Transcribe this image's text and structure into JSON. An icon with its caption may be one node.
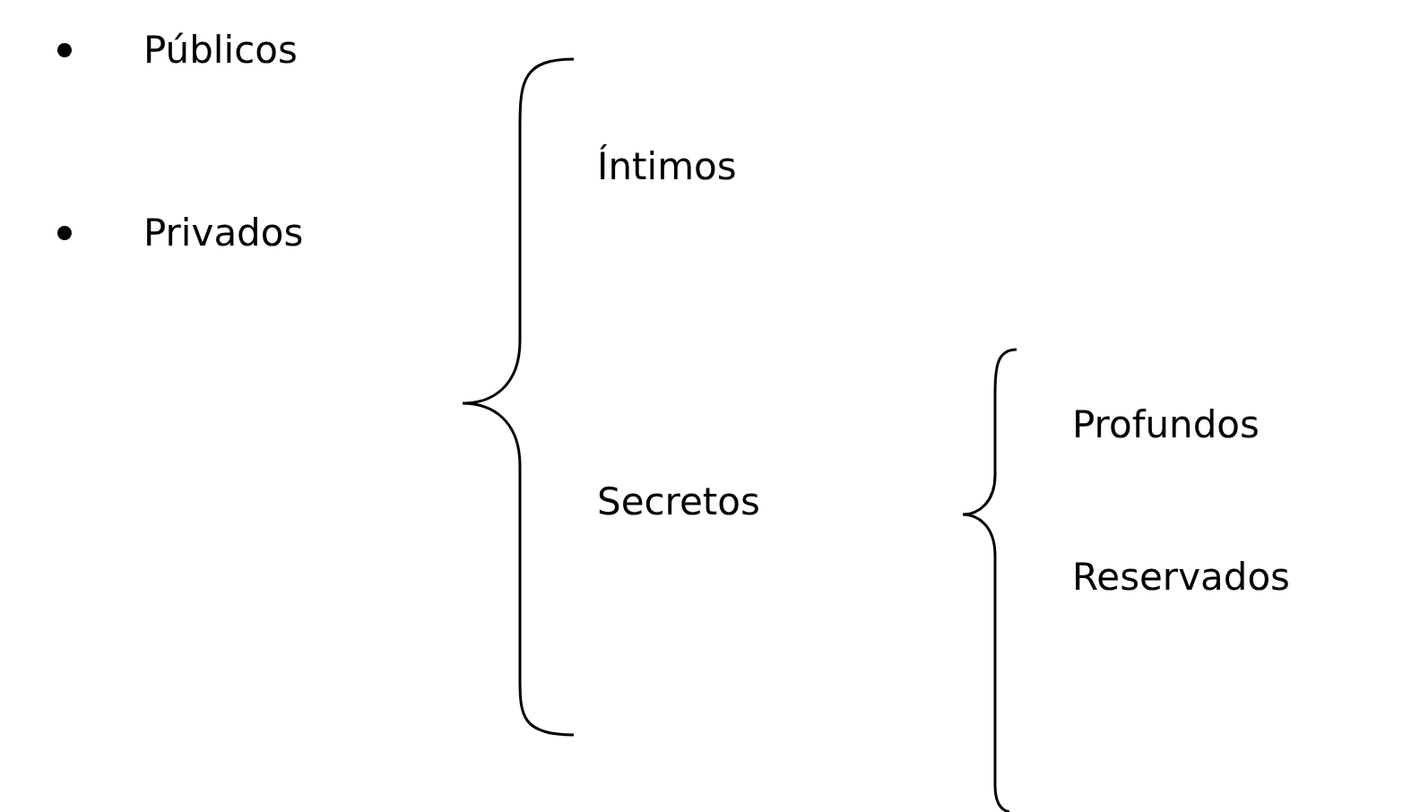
{
  "diagram": {
    "labels": [
      "Públicos",
      "Privados",
      "Íntimos",
      "Secretos",
      "Profundos",
      "Reservados"
    ]
  }
}
